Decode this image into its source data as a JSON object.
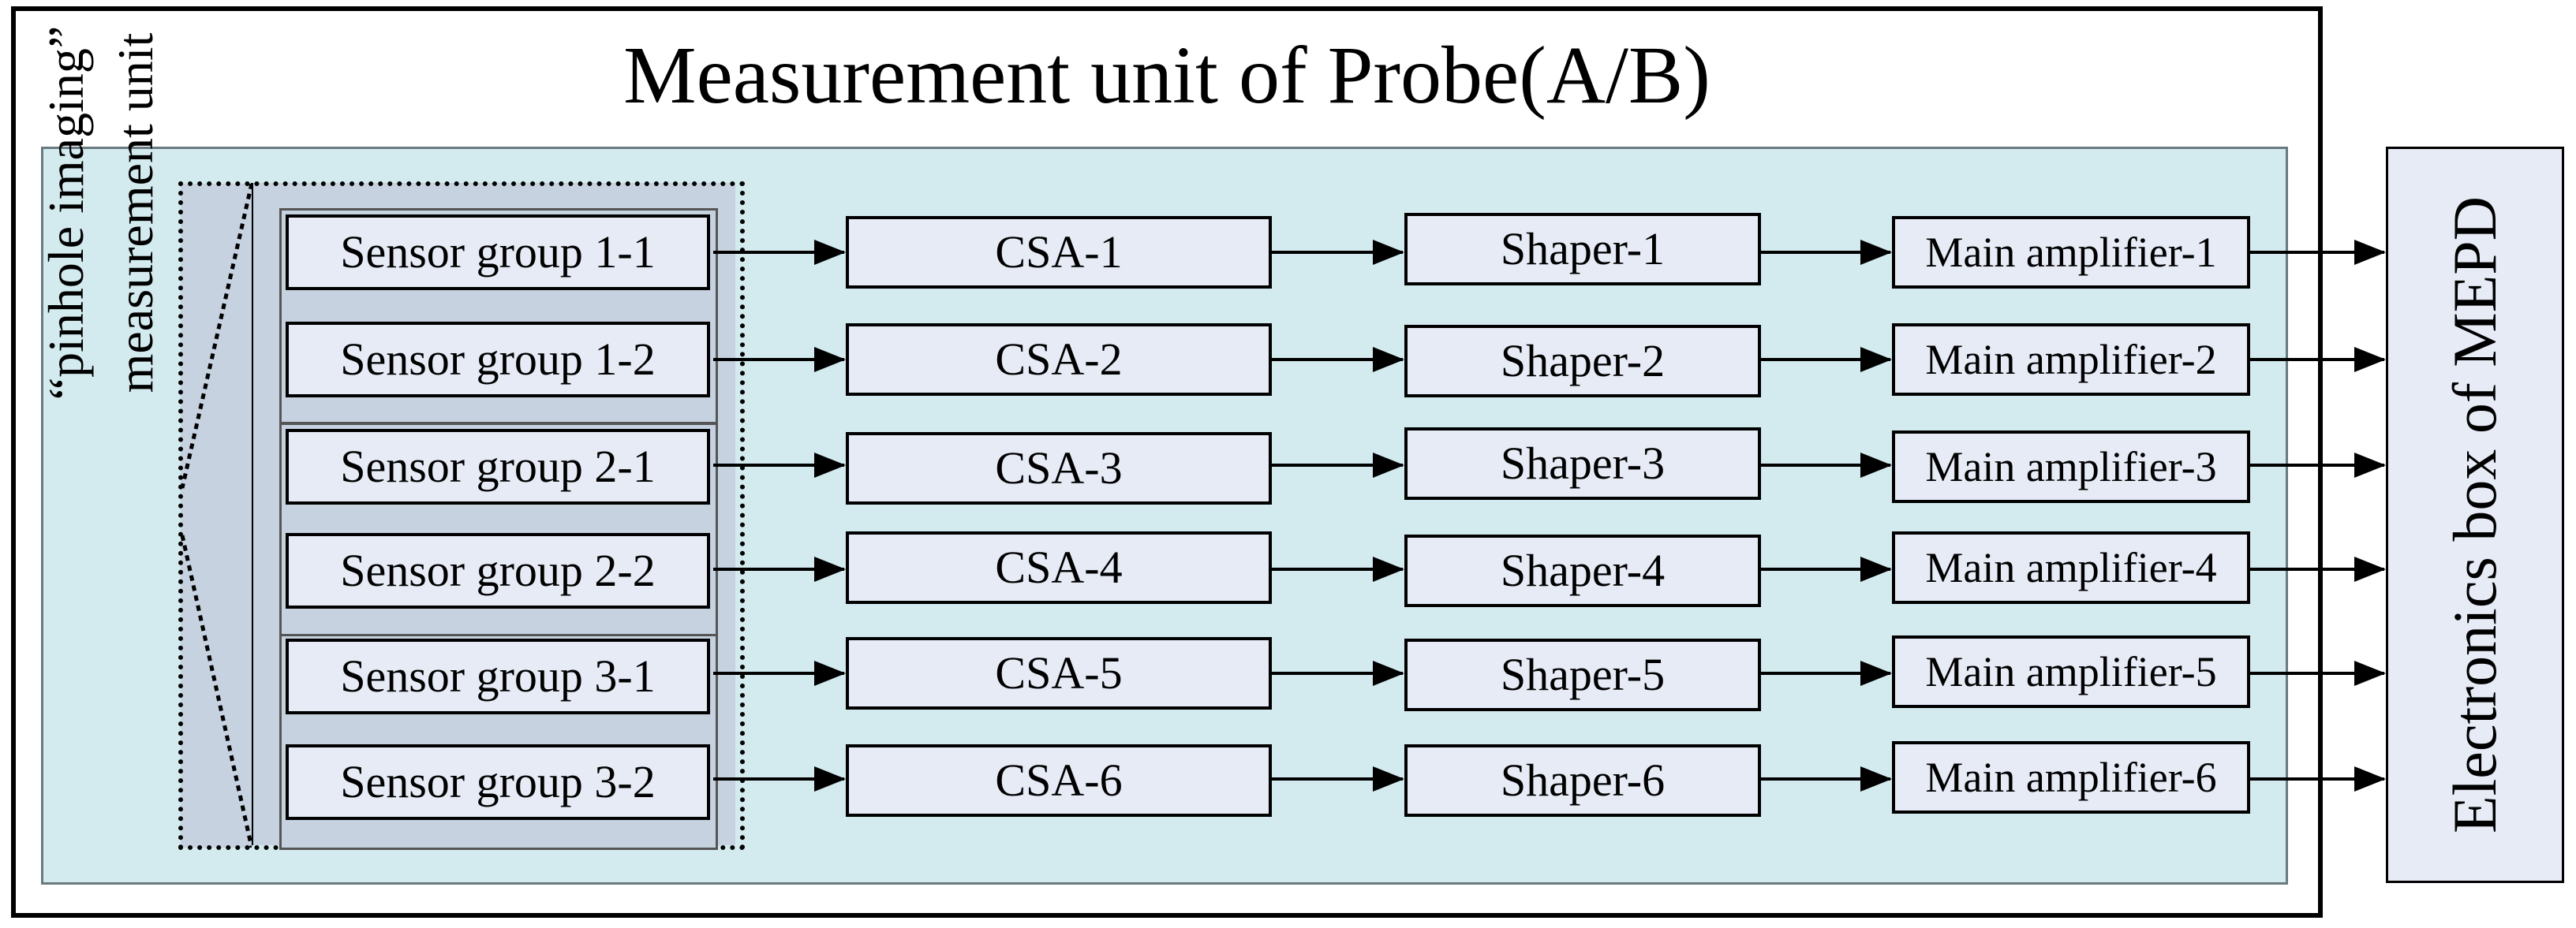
{
  "title": "Measurement unit of Probe(A/B)",
  "left_label": {
    "line1": "“pinhole imaging”",
    "line2": "measurement unit"
  },
  "sensors": [
    "Sensor group 1-1",
    "Sensor group 1-2",
    "Sensor group 2-1",
    "Sensor group 2-2",
    "Sensor group 3-1",
    "Sensor group 3-2"
  ],
  "csa": [
    "CSA-1",
    "CSA-2",
    "CSA-3",
    "CSA-4",
    "CSA-5",
    "CSA-6"
  ],
  "shapers": [
    "Shaper-1",
    "Shaper-2",
    "Shaper-3",
    "Shaper-4",
    "Shaper-5",
    "Shaper-6"
  ],
  "amplifiers": [
    "Main amplifier-1",
    "Main amplifier-2",
    "Main amplifier-3",
    "Main amplifier-4",
    "Main amplifier-5",
    "Main amplifier-6"
  ],
  "electronics_box": "Electronics box of MEPD"
}
